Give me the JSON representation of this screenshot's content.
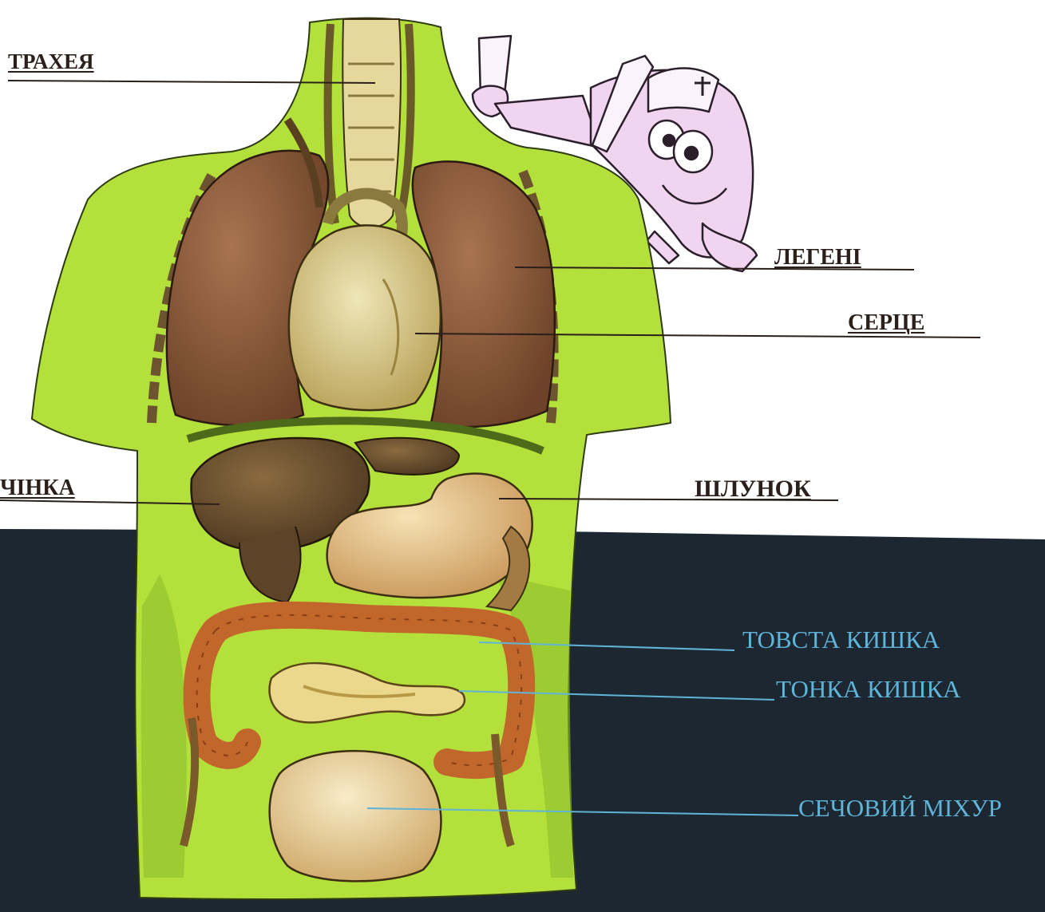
{
  "labels": {
    "trachea": "ТРАХЕЯ",
    "lungs": "ЛЕГЕНІ",
    "heart": "СЕРЦЕ",
    "liver": "ЧІНКА",
    "stomach": "ШЛУНОК",
    "large_intestine": "ТОВСТА КИШКА",
    "small_intestine": "ТОНКА КИШКА",
    "bladder": "СЕЧОВИЙ МІХУР"
  },
  "colors": {
    "background_top": "#ffffff",
    "background_bottom": "#1c2732",
    "torso_green": "#b4e03c",
    "lung_brown": "#8a5a3a",
    "heart_yellow": "#e4d7a0",
    "liver_brown": "#6b5030",
    "stomach_tan": "#eecf96",
    "intestine_orange": "#c2672c",
    "bladder_cream": "#efdbab",
    "dark_label": "#2a1f1a",
    "light_label": "#5fb4d8"
  },
  "icons": {
    "mascot": "doctor-character-icon"
  }
}
